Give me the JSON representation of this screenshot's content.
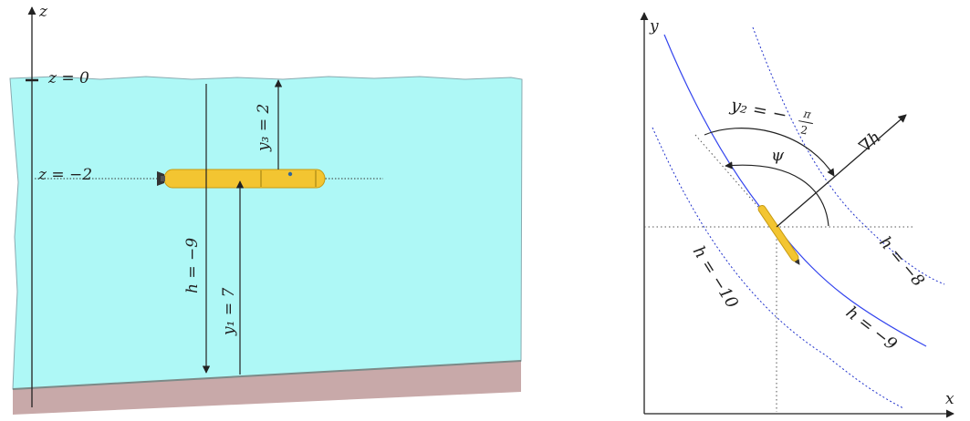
{
  "colors": {
    "water": "#aef8f6",
    "water_edge": "#8aaab0",
    "seabed": "#c8a9a9",
    "seabed_edge": "#7c8a88",
    "vehicle": "#f3c531",
    "vehicle_dark": "#c79a12",
    "contour": "#2233cc",
    "path": "#3344ee",
    "axis": "#222222",
    "dotted": "#666666"
  },
  "left_panel": {
    "axis_label": "z",
    "surface_label": "z = 0",
    "depth_label": "z = −2",
    "y3_label": "y₃ = 2",
    "h_label": "h = −9",
    "y1_label": "y₁ = 7"
  },
  "right_panel": {
    "x_label": "x",
    "y_label": "y",
    "y2_label": "y₂ = −",
    "y2_frac_num": "π",
    "y2_frac_den": "2",
    "psi_label": "ψ",
    "grad_label": "∇h",
    "contour_labels": [
      "h = −10",
      "h = −9",
      "h = −8"
    ]
  }
}
